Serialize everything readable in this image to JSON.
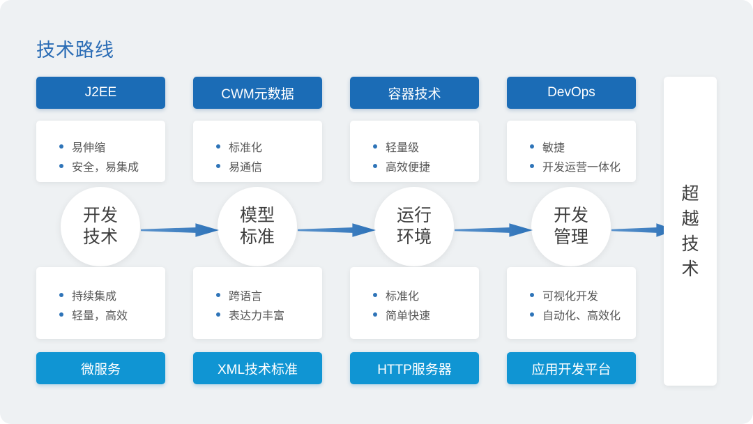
{
  "title": "技术路线",
  "colors": {
    "background": "#eef1f3",
    "header_blue": "#1b6cb6",
    "footer_blue": "#1095d3",
    "arrow_blue_light": "#5b93cc",
    "arrow_blue_dark": "#2d72b8",
    "title_blue": "#2a6cb5",
    "bullet_blue": "#2e74b8",
    "text_dark": "#3d3d3d",
    "text_muted": "#555555"
  },
  "columns": [
    {
      "header": "J2EE",
      "top_points": [
        "易伸缩",
        "安全，易集成"
      ],
      "circle": "开发\n技术",
      "bottom_points": [
        "持续集成",
        "轻量，高效"
      ],
      "footer": "微服务"
    },
    {
      "header": "CWM元数据",
      "top_points": [
        "标准化",
        "易通信"
      ],
      "circle": "模型\n标准",
      "bottom_points": [
        "跨语言",
        "表达力丰富"
      ],
      "footer": "XML技术标准"
    },
    {
      "header": "容器技术",
      "top_points": [
        "轻量级",
        "高效便捷"
      ],
      "circle": "运行\n环境",
      "bottom_points": [
        "标准化",
        "简单快速"
      ],
      "footer": "HTTP服务器"
    },
    {
      "header": "DevOps",
      "top_points": [
        "敏捷",
        "开发运营一体化"
      ],
      "circle": "开发\n管理",
      "bottom_points": [
        "可视化开发",
        "自动化、高效化"
      ],
      "footer": "应用开发平台"
    }
  ],
  "result": "超越技术"
}
